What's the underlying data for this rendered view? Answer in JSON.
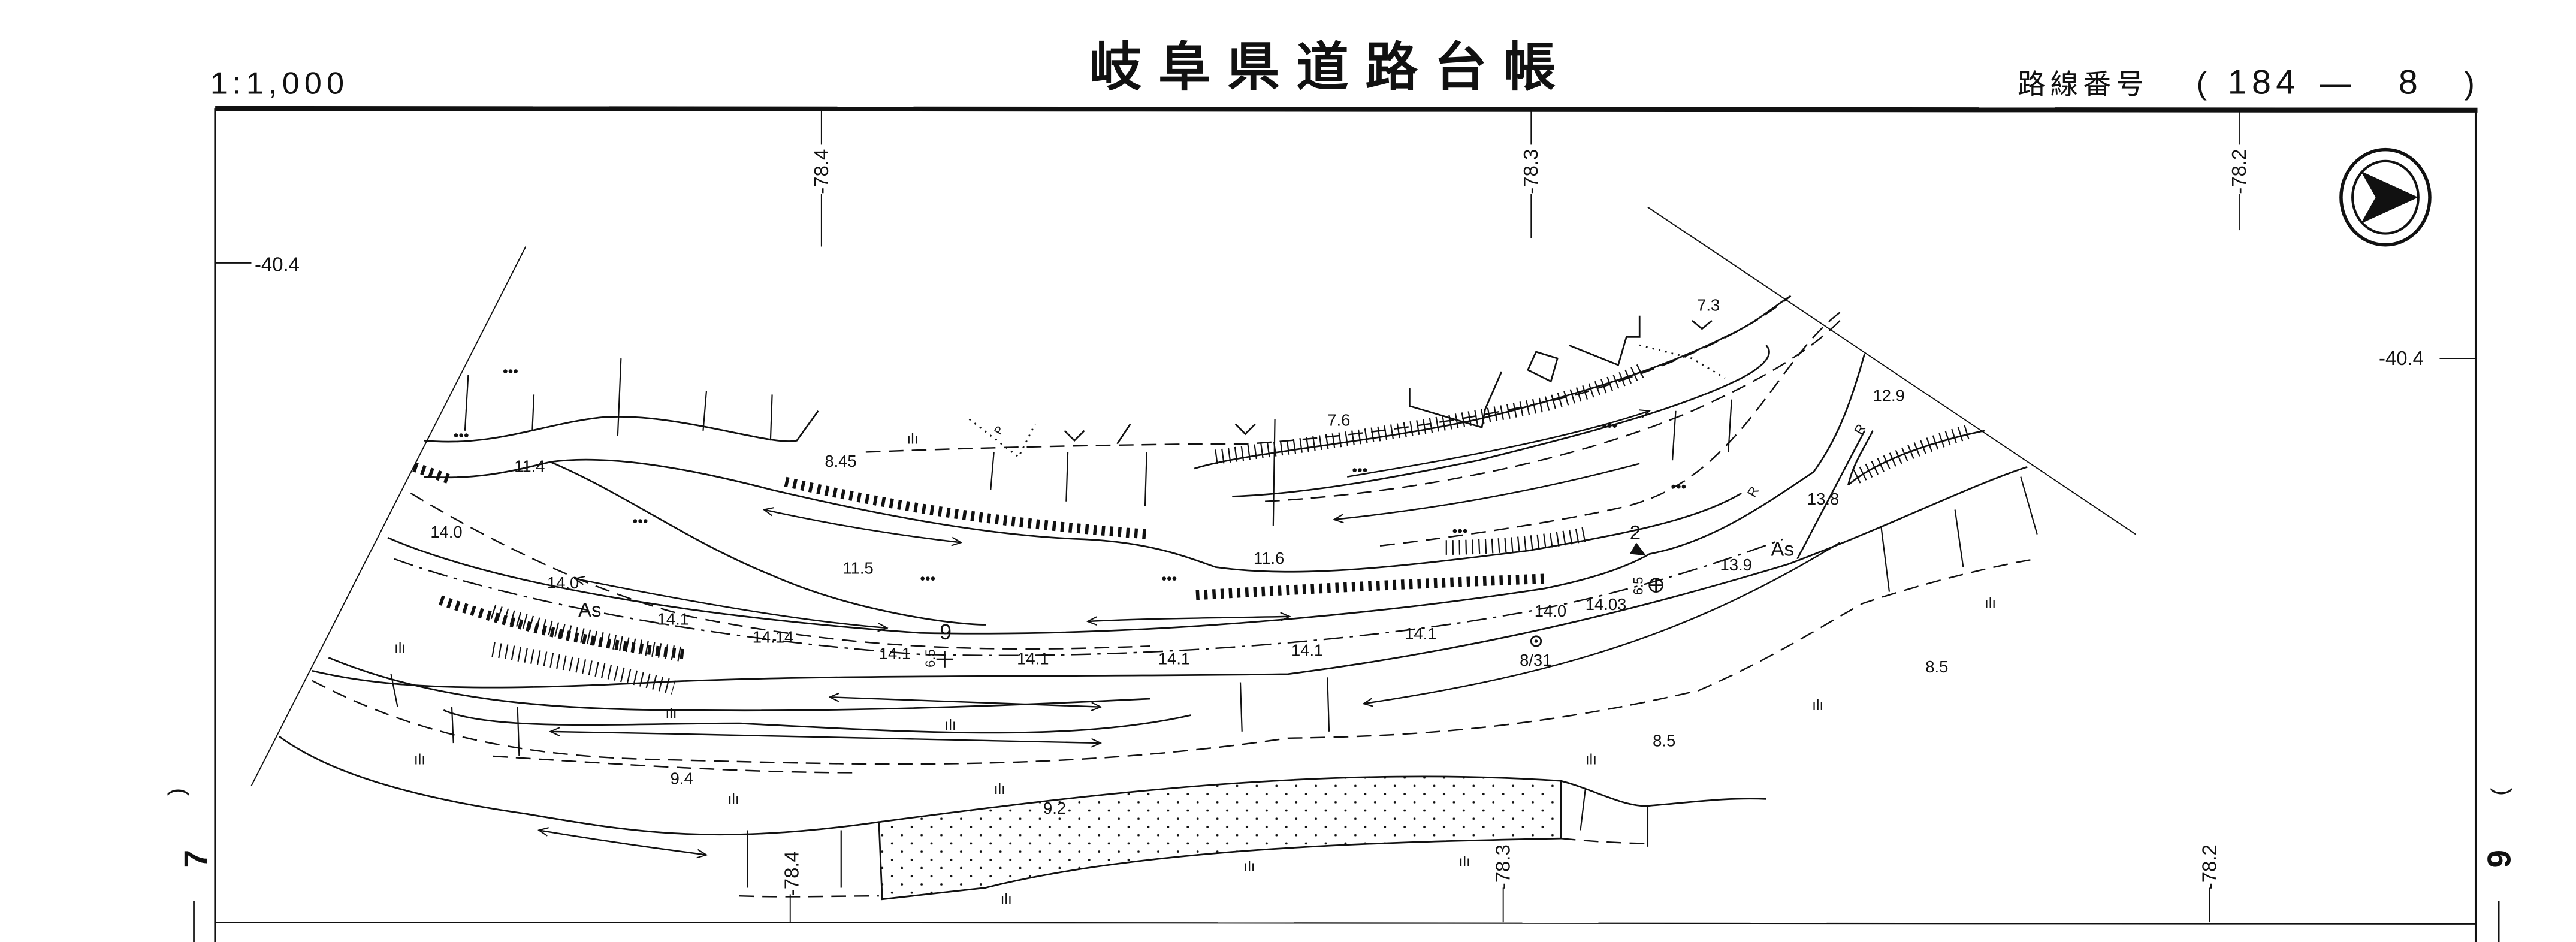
{
  "header": {
    "scale": "1:1,000",
    "title": "岐阜県道路台帳",
    "route_label": "路線番号",
    "route_open": "(",
    "route_number": "184",
    "route_dash": "—",
    "route_sheet": "8",
    "route_close": ")"
  },
  "grid": {
    "top": [
      "-78.4",
      "-78.3",
      "-78.2"
    ],
    "bottom": [
      "-78.4",
      "-78.3",
      "-78.2"
    ],
    "left": "-40.4",
    "right": "-40.4"
  },
  "adjacent_sheets": {
    "left": "7",
    "left_paren": ")",
    "right": "9",
    "right_paren": "("
  },
  "spot_heights": [
    "11.4",
    "8.45",
    "7.6",
    "7.3",
    "12.9",
    "14.0",
    "11.5",
    "11.6",
    "13.8",
    "13.9",
    "14.0",
    "14.1",
    "14.14",
    "14.1",
    "14.1",
    "14.1",
    "14.1",
    "14.1",
    "14.0",
    "14.03",
    "8.5",
    "8.5",
    "9.4",
    "9.2"
  ],
  "annotations": {
    "pavement_1": "As",
    "pavement_2": "As",
    "lane_mark": "9",
    "manhole_1": "6.5",
    "manhole_2": "6.5",
    "benchmark": "8/31",
    "marker": "2",
    "road_r1": "R",
    "road_r2": "R",
    "pole": "P"
  },
  "colors": {
    "ink": "#111111",
    "paper": "#ffffff"
  }
}
